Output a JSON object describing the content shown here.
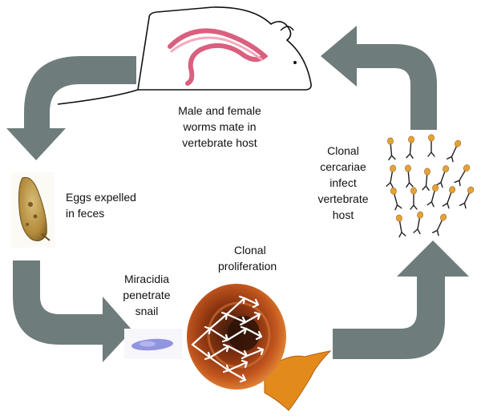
{
  "colors": {
    "arrow": "#6f7c7c",
    "worm": "#d9607f",
    "worm_light": "#f4a9bb",
    "egg": "#b7913f",
    "miracidium": "#7f82d8",
    "snail_shell": "#c2561e",
    "snail_body": "#e38a1c",
    "cercaria_head": "#e4a23a",
    "cercaria_tail": "#1f1f1f"
  },
  "stages": {
    "host": {
      "lines": [
        "Male and female",
        "worms mate in",
        "vertebrate host"
      ]
    },
    "eggs": {
      "lines": [
        "Eggs expelled",
        "in feces"
      ]
    },
    "miracidia": {
      "lines": [
        "Miracidia",
        "penetrate",
        "snail"
      ]
    },
    "proliferation": {
      "lines": [
        "Clonal",
        "proliferation"
      ]
    },
    "cercariae": {
      "lines": [
        "Clonal",
        "cercariae",
        "infect",
        "vertebrate",
        "host"
      ]
    }
  }
}
